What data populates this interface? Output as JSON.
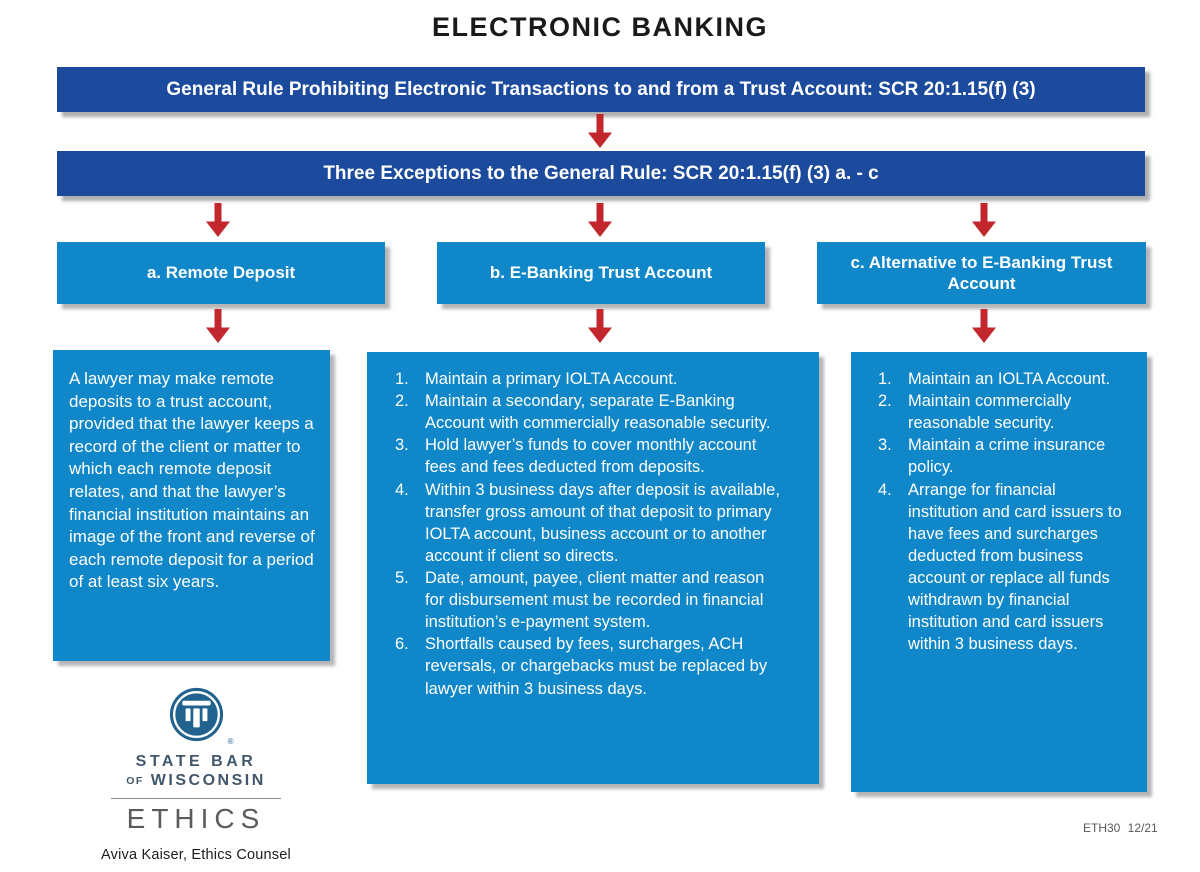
{
  "title": "ELECTRONIC BANKING",
  "banners": {
    "general_rule": "General Rule Prohibiting Electronic Transactions to and from a Trust Account: SCR 20:1.15(f) (3)",
    "exceptions": "Three Exceptions to the General Rule: SCR 20:1.15(f) (3) a. - c"
  },
  "columns": [
    {
      "header": "a. Remote Deposit",
      "paragraph": "A lawyer may make remote deposits to a trust account, provided that the lawyer keeps a record of the client or matter to which each remote deposit relates, and that the lawyer’s financial institution maintains an image of the front and reverse of each remote deposit for a period of at least six years."
    },
    {
      "header": "b. E-Banking Trust Account",
      "items": [
        {
          "num": "1.",
          "text": "Maintain a primary IOLTA Account."
        },
        {
          "num": "2.",
          "text": "Maintain a secondary, separate E-Banking Account with commercially reasonable security."
        },
        {
          "num": "3.",
          "text": "Hold lawyer’s funds to cover monthly account fees and fees deducted from deposits."
        },
        {
          "num": "4.",
          "text": "Within 3 business days after deposit is available, transfer gross amount of that deposit to primary IOLTA account, business account or to another account if client so directs."
        },
        {
          "num": "5.",
          "text": "Date, amount, payee, client matter and reason for disbursement must be recorded in financial institution’s e-payment system."
        },
        {
          "num": "6.",
          "text": "Shortfalls caused by fees, surcharges, ACH reversals, or chargebacks must be replaced by lawyer within 3 business days."
        }
      ]
    },
    {
      "header": "c. Alternative to E-Banking Trust Account",
      "items": [
        {
          "num": "1.",
          "text": "Maintain an IOLTA Account."
        },
        {
          "num": "2.",
          "text": "Maintain commercially reasonable security."
        },
        {
          "num": "3.",
          "text": "Maintain a crime insurance policy."
        },
        {
          "num": "4.",
          "text": "Arrange for financial institution and card issuers to have fees and surcharges deducted from business account or replace all funds withdrawn by financial institution and card issuers within 3 business days."
        }
      ]
    }
  ],
  "footer": {
    "org_line1": "STATE BAR",
    "org_line2_prefix": "OF",
    "org_line2": "WISCONSIN",
    "registered_mark": "®",
    "division": "ETHICS",
    "credit": "Aviva Kaiser, Ethics Counsel",
    "doc_code": "ETH30 12/21"
  },
  "colors": {
    "banner_blue": "#1c4b9e",
    "box_blue": "#0f87c8",
    "arrow_red": "#c1272d",
    "logo_blue": "#21638e",
    "org_text": "#42576b",
    "ethics_gray": "#5a5b5d",
    "title_black": "#1a1a1a"
  }
}
